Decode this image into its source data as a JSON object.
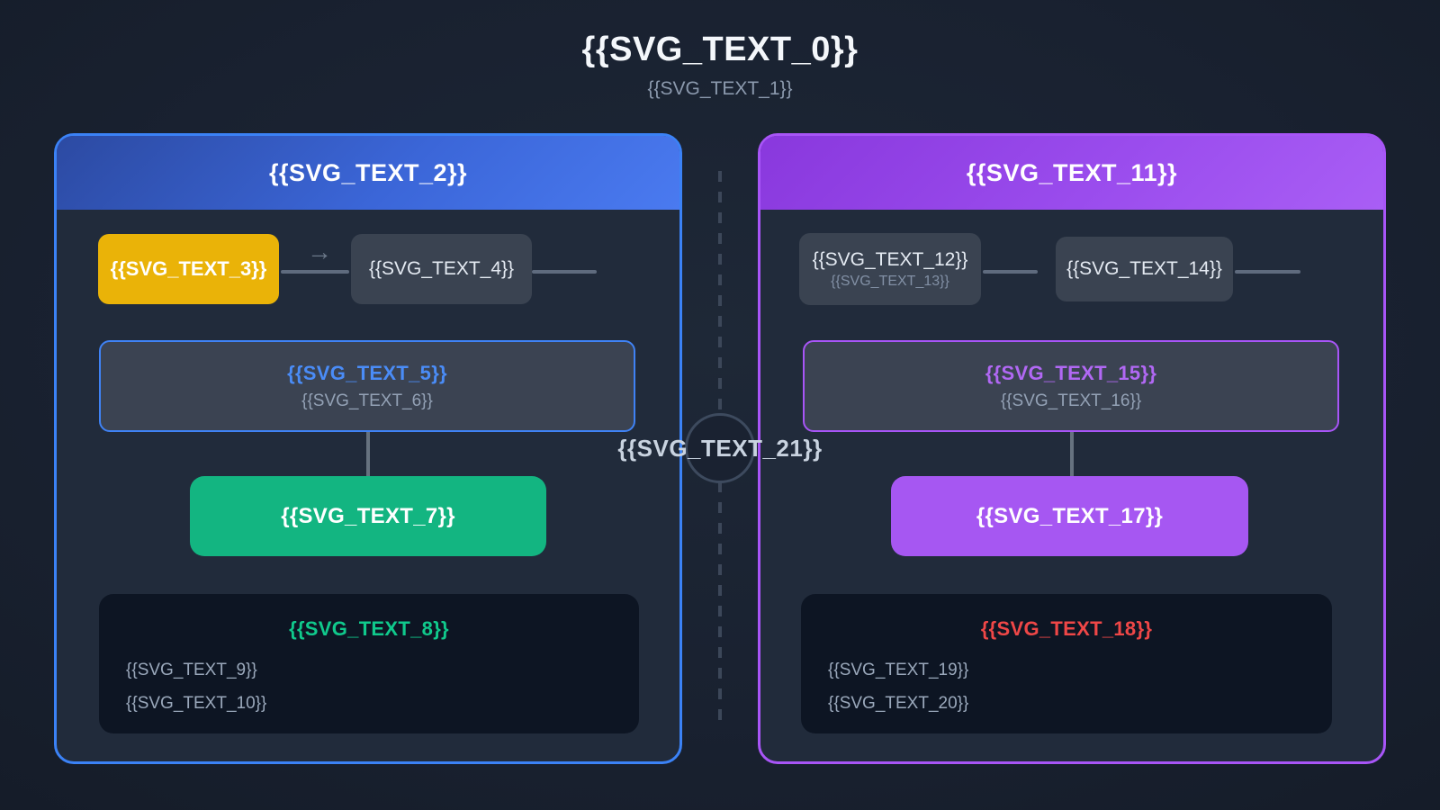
{
  "header": {
    "title": "{{SVG_TEXT_0}}",
    "subtitle": "{{SVG_TEXT_1}}"
  },
  "divider": {
    "label": "{{SVG_TEXT_21}}"
  },
  "left_panel": {
    "header": "{{SVG_TEXT_2}}",
    "flow": {
      "source": "{{SVG_TEXT_3}}",
      "arrow_icon": "→",
      "step": "{{SVG_TEXT_4}}"
    },
    "highlight": {
      "title": "{{SVG_TEXT_5}}",
      "subtitle": "{{SVG_TEXT_6}}"
    },
    "action": "{{SVG_TEXT_7}}",
    "result": {
      "title": "{{SVG_TEXT_8}}",
      "lines": [
        "{{SVG_TEXT_9}}",
        "{{SVG_TEXT_10}}"
      ]
    }
  },
  "right_panel": {
    "header": "{{SVG_TEXT_11}}",
    "flow": {
      "source": "{{SVG_TEXT_12}}",
      "source_sub": "{{SVG_TEXT_13}}",
      "step": "{{SVG_TEXT_14}}"
    },
    "highlight": {
      "title": "{{SVG_TEXT_15}}",
      "subtitle": "{{SVG_TEXT_16}}"
    },
    "action": "{{SVG_TEXT_17}}",
    "result": {
      "title": "{{SVG_TEXT_18}}",
      "lines": [
        "{{SVG_TEXT_19}}",
        "{{SVG_TEXT_20}}"
      ]
    }
  },
  "colors": {
    "left_accent": "#3b82f6",
    "right_accent": "#a855f7",
    "warning": "#eab308",
    "success": "#13b581",
    "violet": "#a657f2",
    "danger": "#ef4747",
    "panel_bg": "#212b3b",
    "dark_box_bg": "#0d1523"
  }
}
